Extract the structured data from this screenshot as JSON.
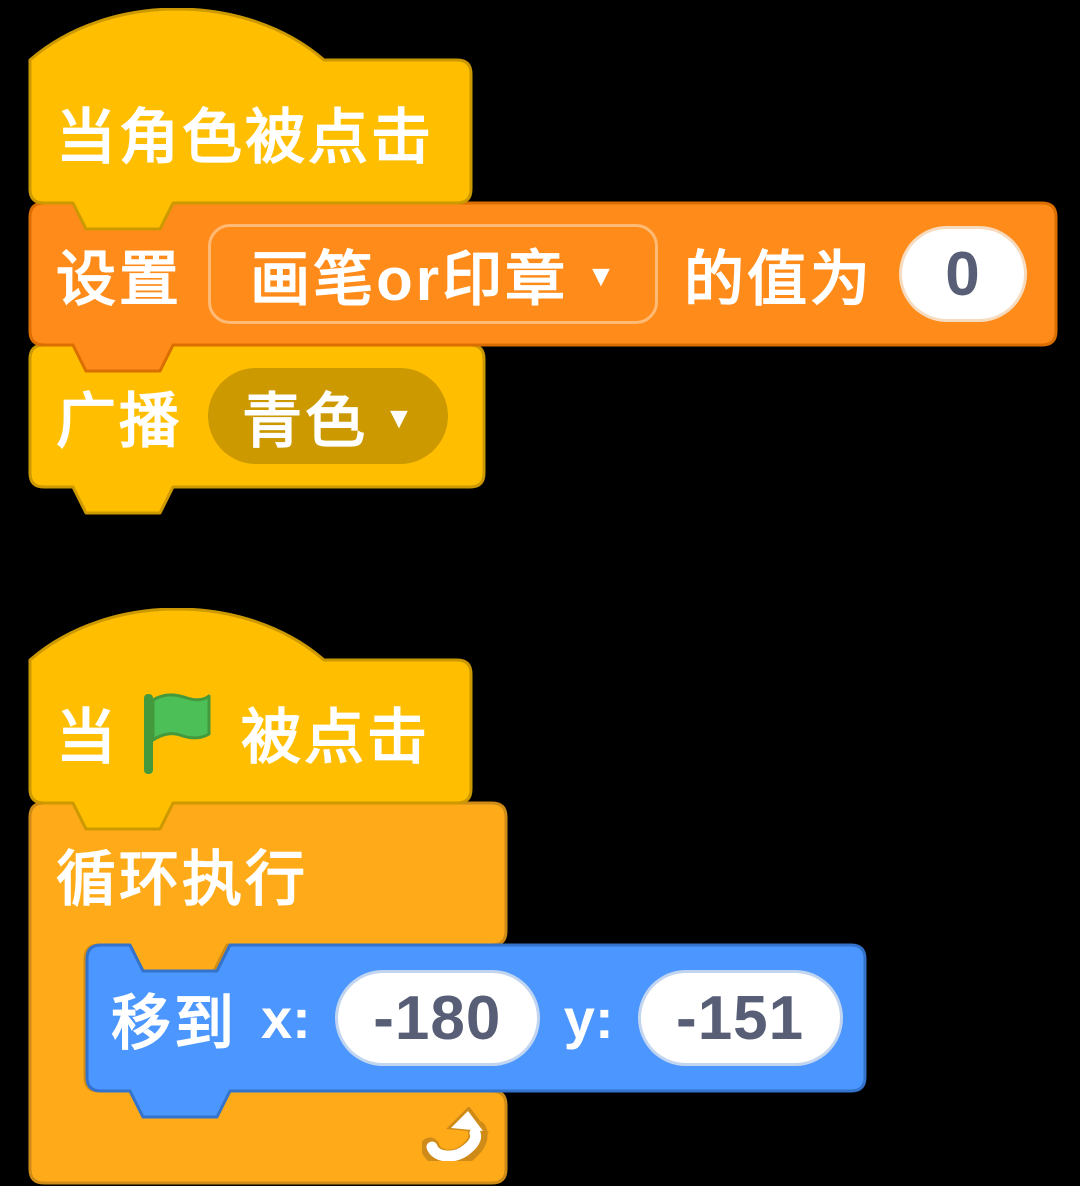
{
  "colors": {
    "canvas_bg": "#000000",
    "events_fill": "#FFBF00",
    "events_stroke": "#CC9900",
    "variables_fill": "#FF8C1A",
    "variables_stroke": "#DB6E00",
    "control_fill": "#FFAB19",
    "control_stroke": "#CF8B17",
    "motion_fill": "#4C97FF",
    "motion_stroke": "#3373CC",
    "dropdown_fill": "#CC9900",
    "input_bg": "#FFFFFF",
    "input_text": "#575E75",
    "label_text": "#FFFFFF",
    "flag_fill": "#4CBF56",
    "flag_stroke": "#45993D"
  },
  "icons": {
    "dropdown_arrow": "▼"
  },
  "stack1": {
    "when_sprite_clicked": {
      "label": "当角色被点击"
    },
    "set_variable": {
      "prefix": "设置",
      "variable": "画笔or印章",
      "suffix": "的值为",
      "value": "0"
    },
    "broadcast": {
      "prefix": "广播",
      "message": "青色"
    }
  },
  "stack2": {
    "when_flag_clicked": {
      "prefix": "当",
      "suffix": "被点击"
    },
    "forever": {
      "label": "循环执行"
    },
    "move_to": {
      "prefix": "移到",
      "x_label": "x:",
      "x_value": "-180",
      "y_label": "y:",
      "y_value": "-151"
    }
  }
}
